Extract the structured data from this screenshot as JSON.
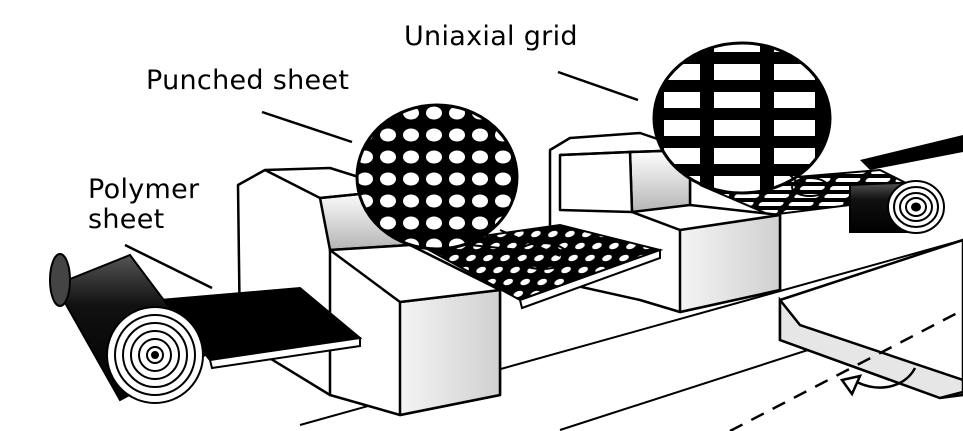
{
  "labels": {
    "polymer_line1": "Polymer",
    "polymer_line2": "sheet",
    "punched": "Punched sheet",
    "uniaxial": "Uniaxial grid"
  },
  "colors": {
    "ink": "#000000",
    "paper": "#ffffff",
    "shade_light": "#f2f2f2",
    "shade_dark": "#b8b8b8"
  }
}
